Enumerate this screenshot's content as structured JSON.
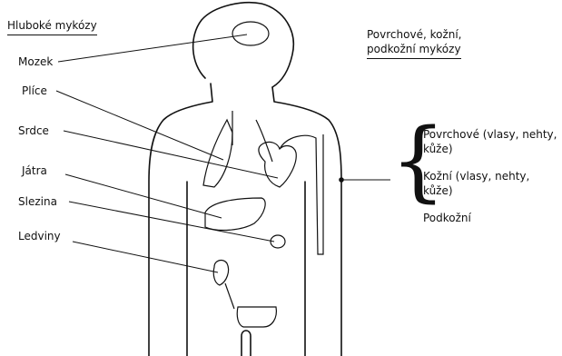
{
  "headings": {
    "deep": "Hluboké mykózy",
    "surface_line1": "Povrchové, kožní,",
    "surface_line2": "podkožní mykózy"
  },
  "organs": {
    "brain": "Mozek",
    "lungs": "Plíce",
    "heart": "Srdce",
    "liver": "Játra",
    "spleen": "Slezina",
    "kidneys": "Ledviny"
  },
  "skin": {
    "surface_line1": "Povrchové (vlasy, nehty,",
    "surface_line2": "kůže)",
    "cutaneous_line1": "Kožní (vlasy, nehty,",
    "cutaneous_line2": "kůže)",
    "subcutaneous": "Podkožní"
  },
  "brace_char": "{"
}
